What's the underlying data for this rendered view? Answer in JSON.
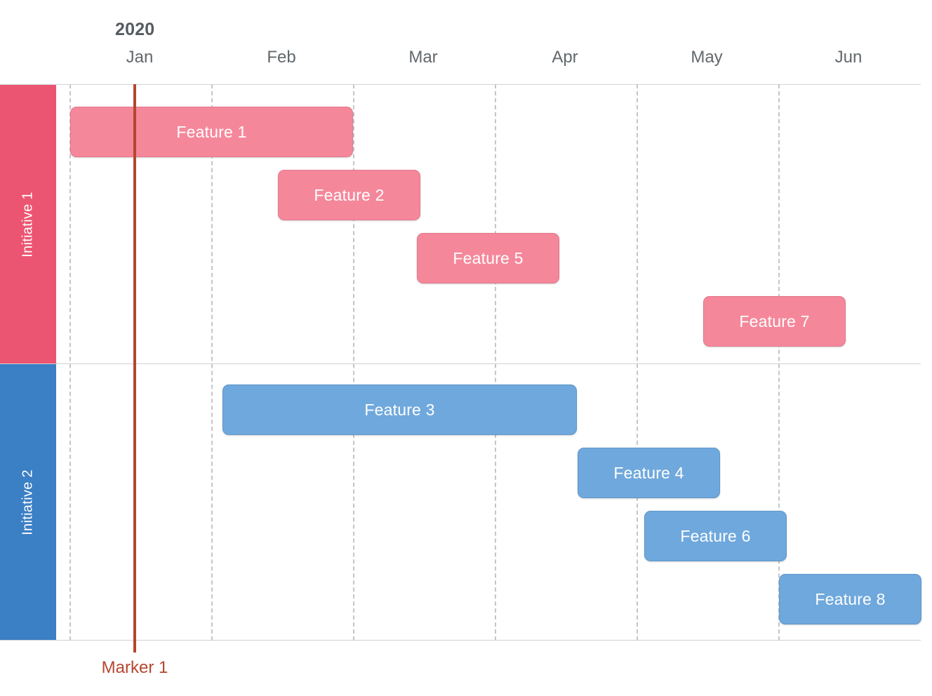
{
  "chart_data": {
    "type": "bar",
    "subtype": "gantt",
    "title": "",
    "xlabel": "",
    "ylabel": "",
    "year": "2020",
    "grid": true,
    "legend": "none",
    "axis": {
      "tick_labels": [
        "Jan",
        "Feb",
        "Mar",
        "Apr",
        "May",
        "Jun"
      ],
      "x_range": [
        "Jan 2020",
        "Jun 2020"
      ]
    },
    "rows": [
      {
        "label": "Initiative 1",
        "color": "#ec5571"
      },
      {
        "label": "Initiative 2",
        "color": "#3b7fc4"
      }
    ],
    "tasks": [
      {
        "label": "Feature 1",
        "row": "Initiative 1",
        "start": "Jan",
        "end": "Mar",
        "color": "#f5879a"
      },
      {
        "label": "Feature 2",
        "row": "Initiative 1",
        "start": "Feb",
        "end": "Mar",
        "color": "#f5879a"
      },
      {
        "label": "Feature 5",
        "row": "Initiative 1",
        "start": "Mar",
        "end": "Apr",
        "color": "#f5879a"
      },
      {
        "label": "Feature 7",
        "row": "Initiative 1",
        "start": "May",
        "end": "Jun",
        "color": "#f5879a"
      },
      {
        "label": "Feature 3",
        "row": "Initiative 2",
        "start": "Feb",
        "end": "Apr",
        "color": "#6fa8dc"
      },
      {
        "label": "Feature 4",
        "row": "Initiative 2",
        "start": "Apr",
        "end": "May",
        "color": "#6fa8dc"
      },
      {
        "label": "Feature 6",
        "row": "Initiative 2",
        "start": "Apr",
        "end": "Jun",
        "color": "#6fa8dc"
      },
      {
        "label": "Feature 8",
        "row": "Initiative 2",
        "start": "Jun",
        "end": "Jul",
        "color": "#6fa8dc"
      }
    ],
    "markers": [
      {
        "label": "Marker 1",
        "position": "Jan",
        "color": "#b5462f"
      }
    ]
  },
  "header": {
    "year": "2020",
    "months": [
      "Jan",
      "Feb",
      "Mar",
      "Apr",
      "May",
      "Jun"
    ]
  },
  "rows": [
    {
      "label": "Initiative 1"
    },
    {
      "label": "Initiative 2"
    }
  ],
  "tasks": [
    {
      "label": "Feature 1"
    },
    {
      "label": "Feature 2"
    },
    {
      "label": "Feature 5"
    },
    {
      "label": "Feature 7"
    },
    {
      "label": "Feature 3"
    },
    {
      "label": "Feature 4"
    },
    {
      "label": "Feature 6"
    },
    {
      "label": "Feature 8"
    }
  ],
  "marker": {
    "label": "Marker 1"
  },
  "colors": {
    "initiative_1": "#ec5571",
    "initiative_2": "#3b7fc4",
    "bar_pink": "#f5879a",
    "bar_blue": "#6fa8dc",
    "marker": "#b5462f",
    "grid": "#c3c6c9",
    "frame": "#cfd2d4",
    "month_text": "#62686d",
    "year_text": "#555b60"
  }
}
